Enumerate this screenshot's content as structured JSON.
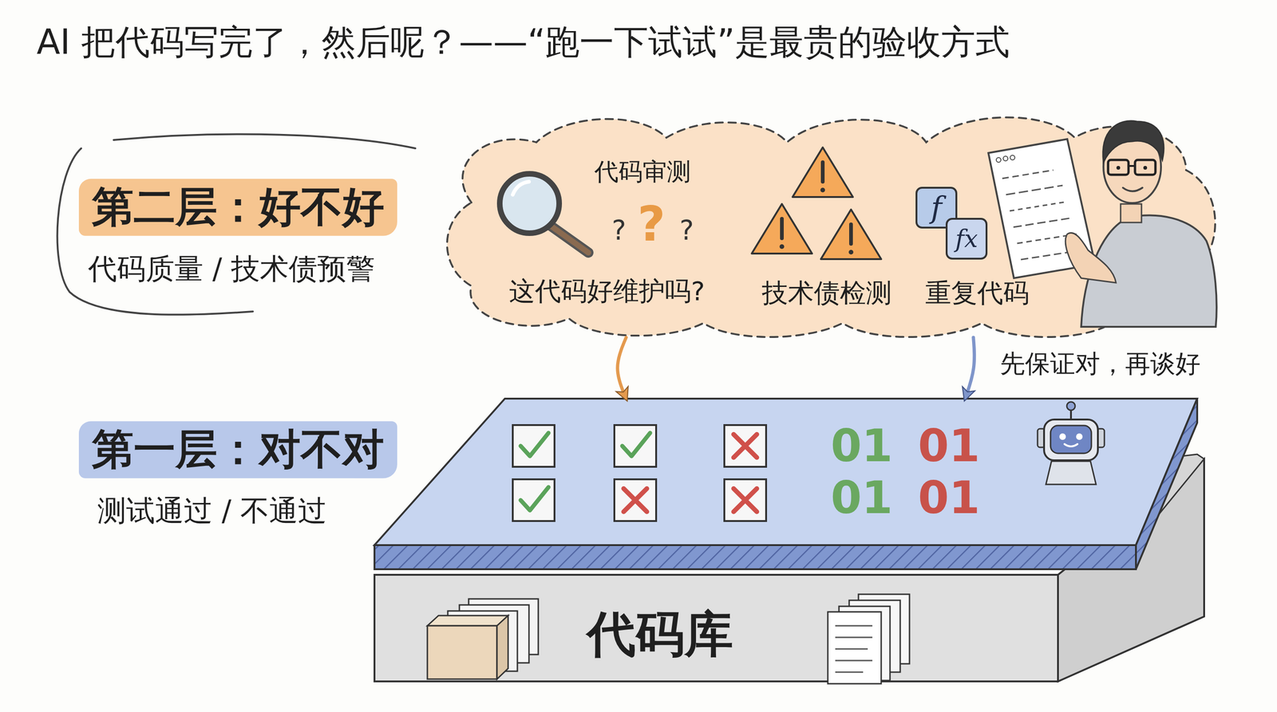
{
  "diagram": {
    "title": "AI 把代码写完了，然后呢？——“跑一下试试”是最贵的验收方式",
    "nodes": [
      {
        "text": [
          "第二层：好不好",
          "代码质量 / 技术债预警"
        ]
      },
      {
        "text": [
          "代码审测",
          "这代码好维护吗?",
          "技术债检测",
          "重复代码"
        ]
      },
      {
        "text": [
          "第一层：对不对",
          "测试通过 / 不通过"
        ]
      },
      {
        "text": [
          "代码库"
        ]
      }
    ],
    "edges": [
      {
        "from": 1,
        "to": 2,
        "arrow": "to"
      },
      {
        "from": 1,
        "to": 2,
        "label": "先保证对，再谈好",
        "arrow": "to"
      }
    ],
    "labels": [
      "?",
      "?",
      "?",
      "f",
      "fx",
      "01",
      "01",
      "01",
      "01"
    ]
  }
}
